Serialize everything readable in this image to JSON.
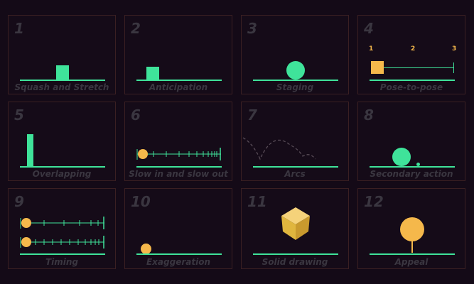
{
  "colors": {
    "background": "#140a17",
    "card_border": "#3a1f22",
    "accent_green": "#3fe39a",
    "accent_orange": "#f5b84b",
    "text_muted": "#3a3640"
  },
  "principles": [
    {
      "number": "1",
      "label": "Squash and Stretch"
    },
    {
      "number": "2",
      "label": "Anticipation"
    },
    {
      "number": "3",
      "label": "Staging"
    },
    {
      "number": "4",
      "label": "Pose-to-pose",
      "poses": [
        "1",
        "2",
        "3"
      ]
    },
    {
      "number": "5",
      "label": "Overlapping"
    },
    {
      "number": "6",
      "label": "Slow in and slow out"
    },
    {
      "number": "7",
      "label": "Arcs"
    },
    {
      "number": "8",
      "label": "Secondary action"
    },
    {
      "number": "9",
      "label": "Timing"
    },
    {
      "number": "10",
      "label": "Exaggeration"
    },
    {
      "number": "11",
      "label": "Solid drawing"
    },
    {
      "number": "12",
      "label": "Appeal"
    }
  ]
}
